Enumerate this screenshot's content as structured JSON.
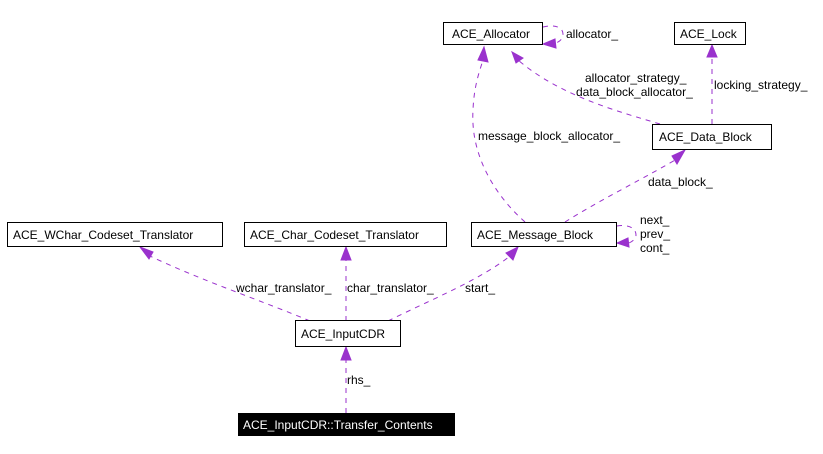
{
  "diagram": {
    "type": "collaboration-graph",
    "edge_color": "#9a32cd",
    "nodes": {
      "allocator": "ACE_Allocator",
      "lock": "ACE_Lock",
      "data_block": "ACE_Data_Block",
      "wchar_translator": "ACE_WChar_Codeset_Translator",
      "char_translator": "ACE_Char_Codeset_Translator",
      "message_block": "ACE_Message_Block",
      "input_cdr": "ACE_InputCDR",
      "transfer_contents": "ACE_InputCDR::Transfer_Contents"
    },
    "edges": {
      "allocator_self": "allocator_",
      "data_block_to_allocator_1": "allocator_strategy_",
      "data_block_to_allocator_2": "data_block_allocator_",
      "data_block_to_lock": "locking_strategy_",
      "message_block_to_allocator": "message_block_allocator_",
      "message_block_to_data_block": "data_block_",
      "message_block_self_1": "next_",
      "message_block_self_2": "prev_",
      "message_block_self_3": "cont_",
      "input_cdr_to_wchar": "wchar_translator_",
      "input_cdr_to_char": "char_translator_",
      "input_cdr_to_message_block": "start_",
      "transfer_to_input_cdr": "rhs_"
    }
  }
}
